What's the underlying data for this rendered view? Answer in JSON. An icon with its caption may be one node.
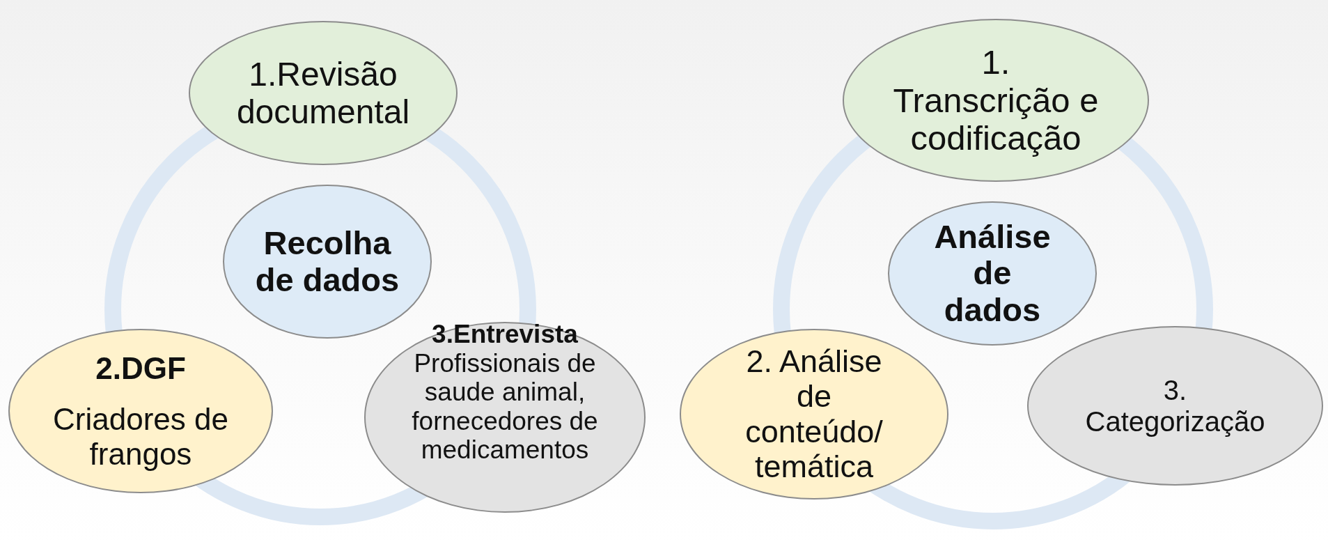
{
  "diagram": {
    "nodes": [
      {
        "text": [
          "1.Revisão documental"
        ]
      },
      {
        "text": [
          "Recolha de dados"
        ]
      },
      {
        "text": [
          "2.DGF",
          "Criadores de frangos"
        ]
      },
      {
        "text": [
          "3.Entrevista",
          "Profissionais de saude animal, fornecedores de medicamentos"
        ]
      },
      {
        "text": [
          "1. Transcrição e codificação"
        ]
      },
      {
        "text": [
          "Análise de dados"
        ]
      },
      {
        "text": [
          "2. Análise de conteúdo/ temática"
        ]
      },
      {
        "text": [
          "3. Categorização"
        ]
      }
    ]
  }
}
